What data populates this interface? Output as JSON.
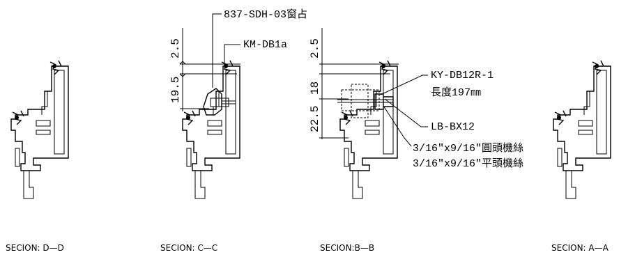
{
  "sections": {
    "d": "SECION: D—D",
    "c": "SECION: C—C",
    "b": "SECION:B—B",
    "a": "SECION: A—A"
  },
  "dimensions_c": [
    "2.5",
    "19.5"
  ],
  "dimensions_b": [
    "2.5",
    "18",
    "22.5"
  ],
  "labels": {
    "part_837": "837-SDH-03窗占",
    "km": "KM-DB1a",
    "ky": "KY-DB12R-1",
    "ky_len": "長度197㎜",
    "lb": "LB-BX12",
    "screw_round": "3/16\"x9/16\"圓頭機絲",
    "screw_flat": "3/16\"x9/16\"平頭機絲"
  }
}
